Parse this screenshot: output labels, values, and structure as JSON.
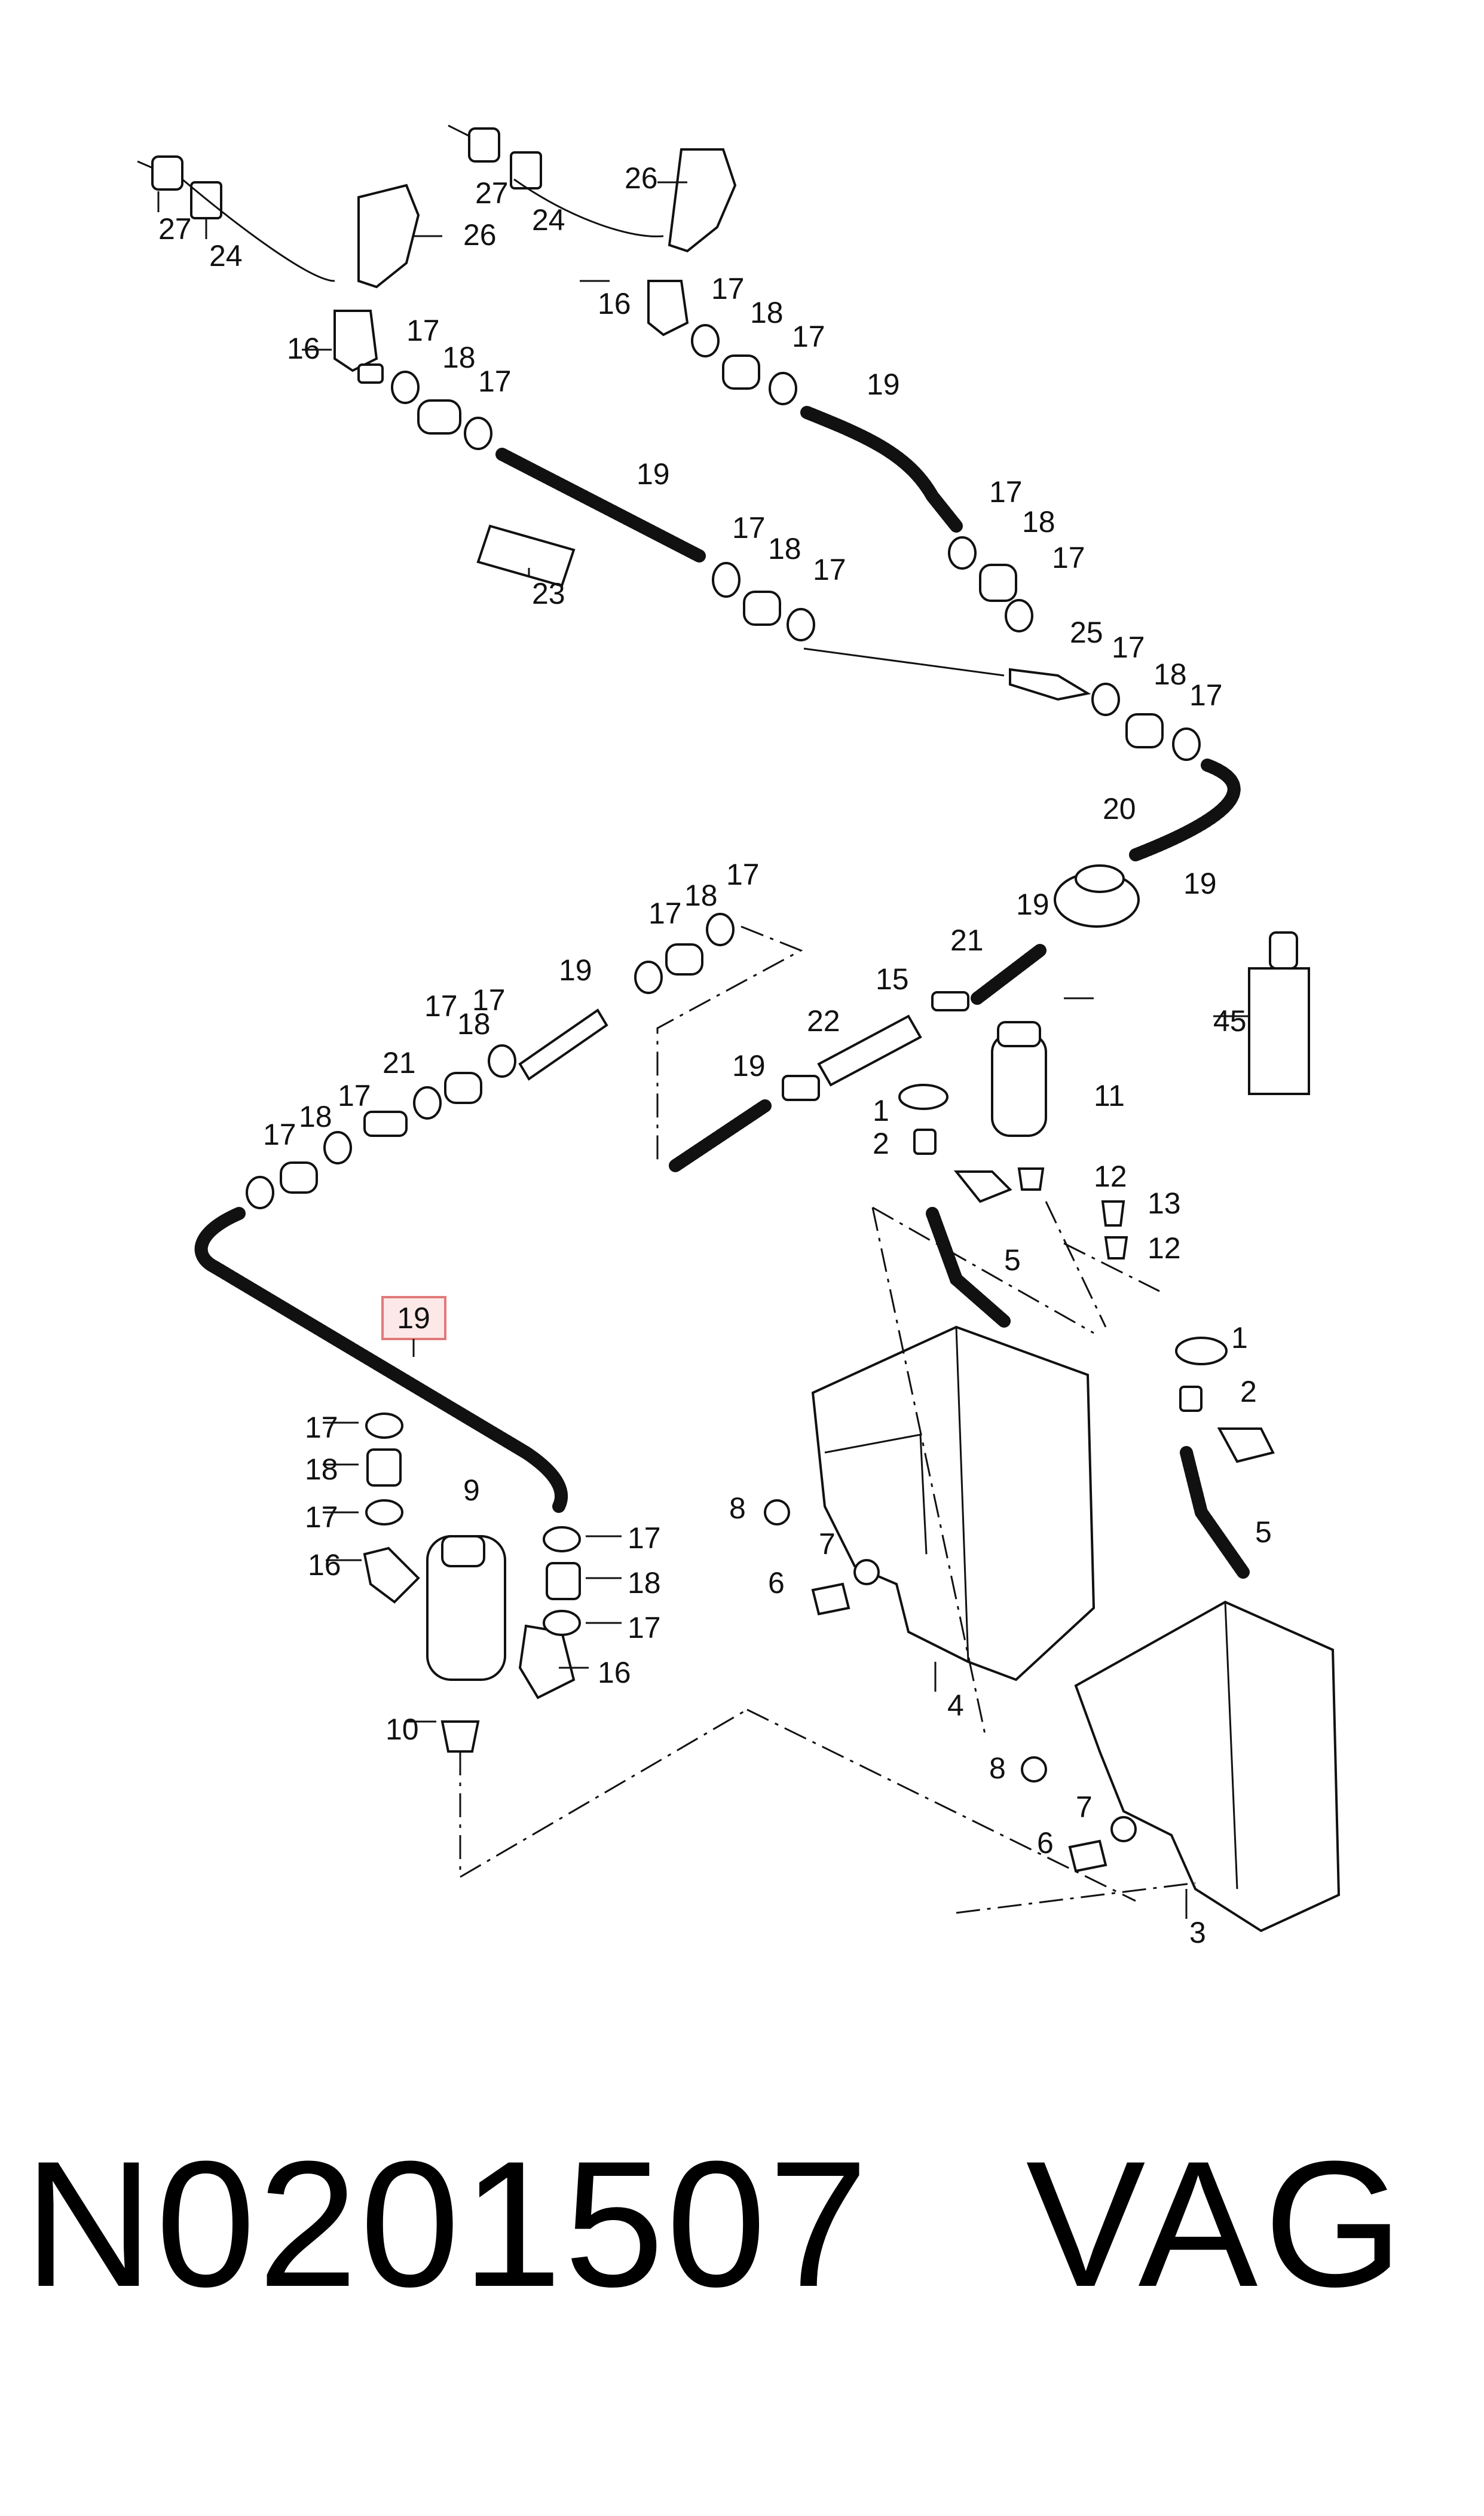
{
  "diagram": {
    "part_labels": [
      "1",
      "2",
      "3",
      "4",
      "5",
      "6",
      "7",
      "8",
      "9",
      "10",
      "11",
      "12",
      "13",
      "15",
      "16",
      "17",
      "18",
      "19",
      "20",
      "21",
      "22",
      "23",
      "24",
      "25",
      "26",
      "27",
      "45"
    ],
    "highlighted_label": "19"
  },
  "footer": {
    "part_number": "N0201507",
    "brand": "VAG"
  }
}
